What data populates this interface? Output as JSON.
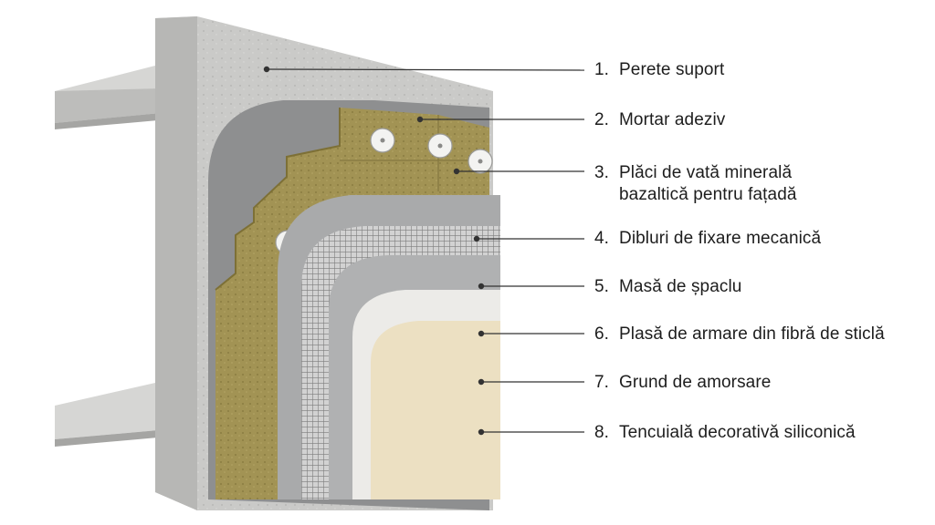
{
  "labels": [
    {
      "number": "1.",
      "text": "Perete suport"
    },
    {
      "number": "2.",
      "text": "Mortar adeziv"
    },
    {
      "number": "3.",
      "text": "Plăci de vată minerală",
      "text2": "bazaltică pentru fațadă"
    },
    {
      "number": "4.",
      "text": "Dibluri de fixare mecanică"
    },
    {
      "number": "5.",
      "text": "Masă de șpaclu"
    },
    {
      "number": "6.",
      "text": "Plasă de armare din fibră de sticlă"
    },
    {
      "number": "7.",
      "text": "Grund de amorsare"
    },
    {
      "number": "8.",
      "text": "Tencuială decorativă siliconică"
    }
  ],
  "colors": {
    "concrete": "#c9c9c7",
    "adhesive": "#8e8f90",
    "wool": "#9c8d4e",
    "mesh": "#b9b9b9",
    "plaster": "#a9aaab",
    "primer": "#ecebe8",
    "finish": "#ece0c2",
    "leader": "#333333"
  }
}
